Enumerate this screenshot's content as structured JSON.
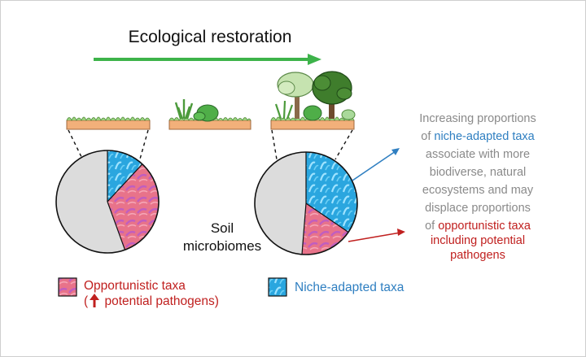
{
  "title": "Ecological restoration",
  "soil_label_line1": "Soil",
  "soil_label_line2": "microbiomes",
  "annotation": {
    "line1": "Increasing proportions",
    "line2_prefix": "of ",
    "line2_highlight": "niche-adapted taxa",
    "line3": "associate with more",
    "line4": "biodiverse, natural",
    "line5": "ecosystems and may",
    "line6": "displace proportions",
    "line7_prefix": "of ",
    "line7_highlight": "opportunistic taxa",
    "line8": "including potential",
    "line9": "pathogens"
  },
  "legend": {
    "opportunistic_line1": "Opportunistic taxa",
    "opportunistic_line2_open": "(",
    "opportunistic_line2_rest": " potential pathogens)",
    "niche": "Niche-adapted taxa"
  },
  "colors": {
    "arrow_green": "#3db34a",
    "opportunistic": "#e8738a",
    "niche": "#29a8e0",
    "grey_slice": "#dcdcdc",
    "soil": "#f2b07a",
    "annotation_grey": "#8a8a8a",
    "blue_text": "#2f7fc1",
    "red_text": "#c0201f"
  },
  "icons": [
    "up-arrow-icon",
    "grass-icon",
    "tree-icon",
    "shrub-icon"
  ]
}
